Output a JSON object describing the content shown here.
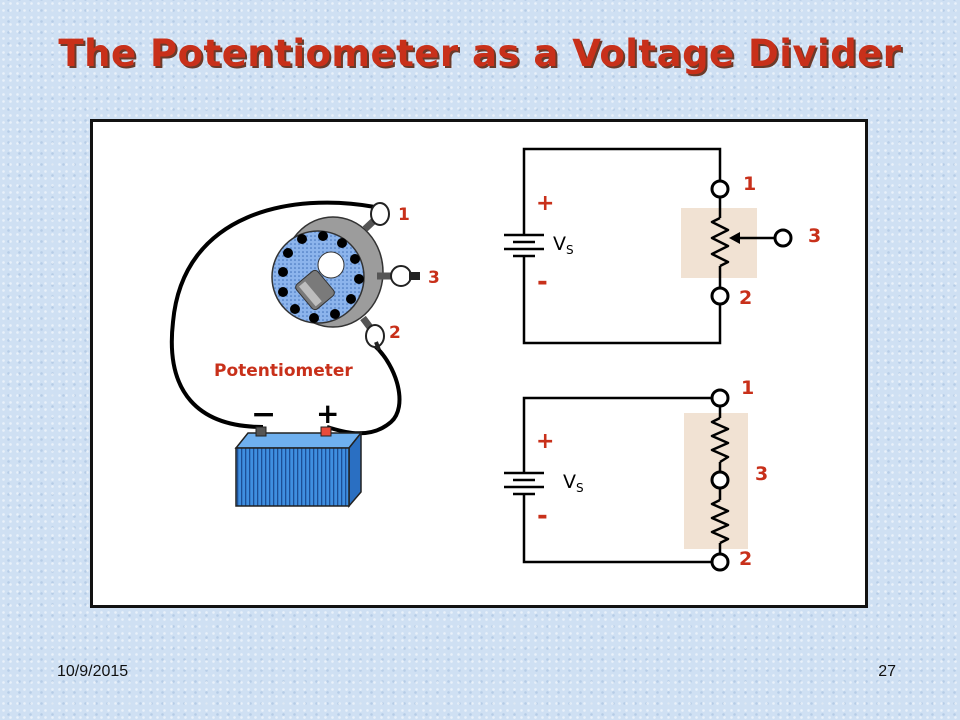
{
  "slide": {
    "title": "The Potentiometer as a Voltage Divider",
    "date": "10/9/2015",
    "page_number": "27"
  },
  "diagram": {
    "potentiometer_label": "Potentiometer",
    "pot_terminals": [
      "1",
      "3",
      "2"
    ],
    "battery_minus": "−",
    "battery_plus": "+",
    "top_circuit": {
      "plus": "+",
      "minus": "-",
      "source": "V",
      "source_sub": "S",
      "terminal_1": "1",
      "terminal_2": "2",
      "terminal_3": "3"
    },
    "bottom_circuit": {
      "plus": "+",
      "minus": "-",
      "source": "V",
      "source_sub": "S",
      "terminal_1": "1",
      "terminal_2": "2",
      "terminal_3": "3"
    }
  },
  "colors": {
    "title": "#c8301a",
    "label": "#c8301a",
    "pot_body": "#8cb4ec",
    "battery_body": "#3f8fe0",
    "highlight_box": "#f1e2d3"
  }
}
